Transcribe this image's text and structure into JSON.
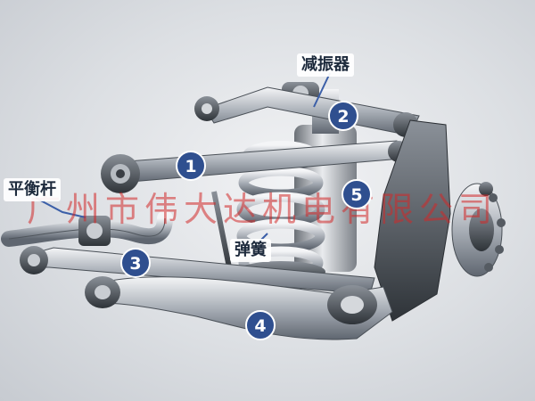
{
  "labels": {
    "shock_absorber": "减振器",
    "stabilizer_bar": "平衡杆",
    "spring": "弹簧"
  },
  "callouts": [
    "1",
    "2",
    "3",
    "4",
    "5"
  ],
  "watermark": "广州市伟大达机电有限公司",
  "colors": {
    "callout_fill": "#2f4f8f",
    "callout_text": "#ffffff",
    "label_text": "#1d2a3c",
    "watermark": "#d22828",
    "leader": "#3b5fa8"
  }
}
